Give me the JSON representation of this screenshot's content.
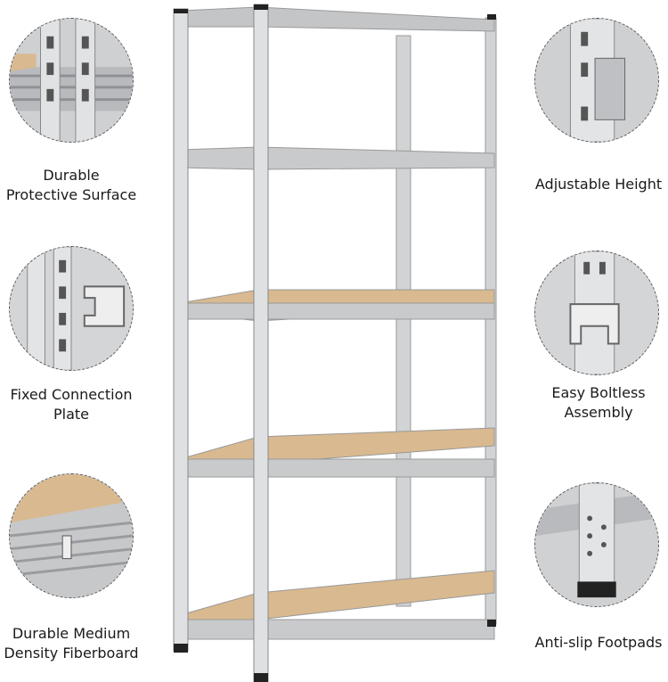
{
  "features_left": [
    {
      "label_line1": "Durable",
      "label_line2": "Protective Surface",
      "icon": "metal-surface-closeup"
    },
    {
      "label_line1": "Fixed Connection",
      "label_line2": "Plate",
      "icon": "connection-plate-closeup"
    },
    {
      "label_line1": "Durable Medium",
      "label_line2": "Density Fiberboard",
      "icon": "fiberboard-closeup"
    }
  ],
  "features_right": [
    {
      "label_line1": "Adjustable Height",
      "label_line2": "",
      "icon": "adjustable-slot-closeup"
    },
    {
      "label_line1": "Easy Boltless",
      "label_line2": "Assembly",
      "icon": "boltless-clip-closeup"
    },
    {
      "label_line1": "Anti-slip Footpads",
      "label_line2": "",
      "icon": "footpad-closeup"
    }
  ],
  "colors": {
    "metal": "#c9cacc",
    "board": "#d9b98f",
    "foot": "#222222"
  }
}
